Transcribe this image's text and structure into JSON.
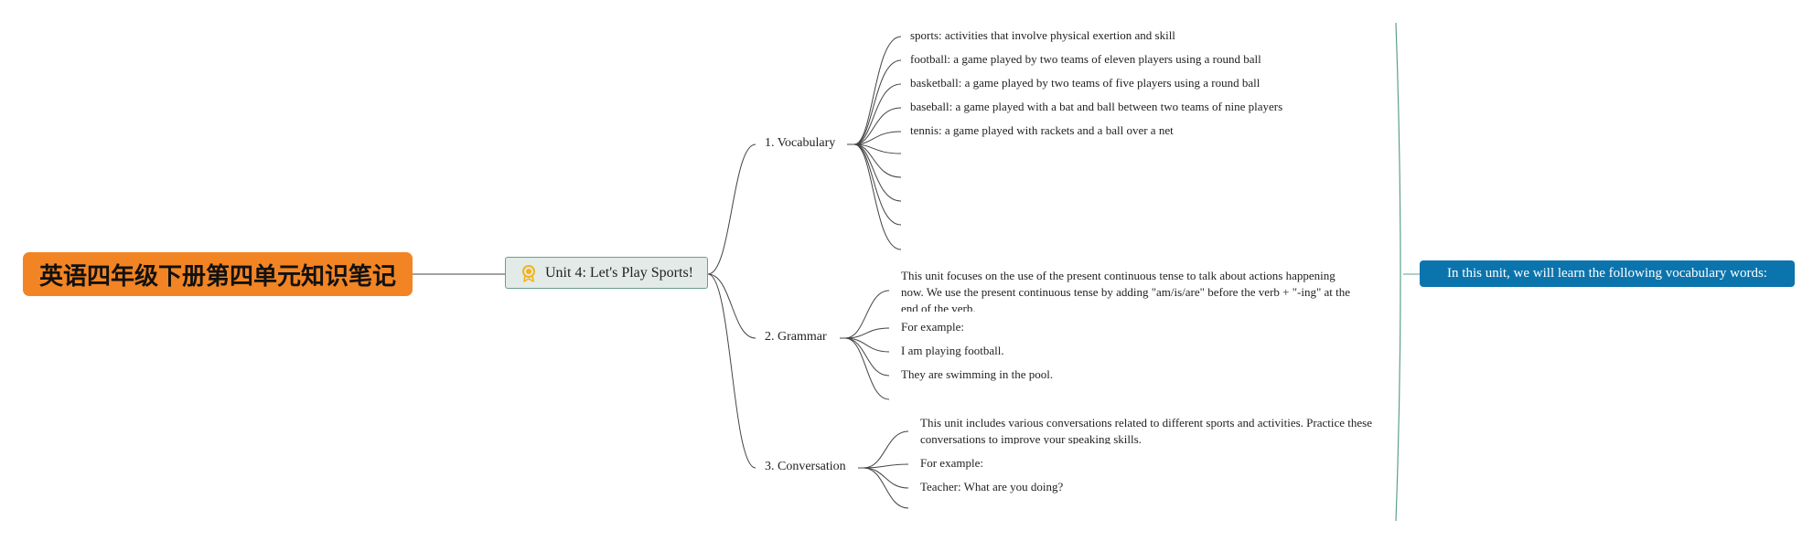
{
  "root": {
    "title": "英语四年级下册第四单元知识笔记"
  },
  "topic": {
    "title": "Unit 4: Let's Play Sports!",
    "icon": "award-badge-icon"
  },
  "branches": [
    {
      "label": "1. Vocabulary",
      "items": [
        "sports: activities that involve physical exertion and skill",
        "football: a game played by two teams of eleven players using a round ball",
        "basketball: a game played by two teams of five players using a round ball",
        "baseball: a game played with a bat and ball between two teams of nine players",
        "tennis: a game played with rackets and a ball over a net"
      ]
    },
    {
      "label": "2. Grammar",
      "items": [
        "This unit focuses on the use of the present continuous tense to talk about actions happening now. We use the present continuous tense by adding \"am/is/are\" before the verb + \"-ing\" at the end of the verb.",
        "For example:",
        "I am playing football.",
        "They are swimming in the pool."
      ]
    },
    {
      "label": "3. Conversation",
      "items": [
        "This unit includes various conversations related to different sports and activities. Practice these conversations to improve your speaking skills.",
        "For example:",
        "Teacher: What are you doing?"
      ]
    }
  ],
  "summary": {
    "text": "In this unit, we will learn the following vocabulary words:"
  },
  "colors": {
    "root_fill": "#f28424",
    "topic_fill": "#e3ebe8",
    "topic_border": "#6b9e8a",
    "summary_fill": "#0b74ad",
    "bracket": "#5f9e8f",
    "connector": "#444444"
  }
}
